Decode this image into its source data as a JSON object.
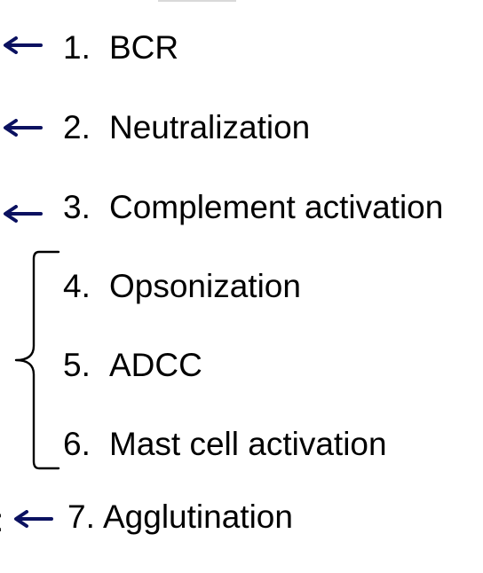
{
  "items": [
    {
      "num": "1.",
      "label": "BCR",
      "marker": "arrow"
    },
    {
      "num": "2.",
      "label": "Neutralization",
      "marker": "arrow"
    },
    {
      "num": "3.",
      "label": "Complement activation",
      "marker": "arrow"
    },
    {
      "num": "4.",
      "label": "Opsonization",
      "marker": "brace"
    },
    {
      "num": "5.",
      "label": "ADCC",
      "marker": "brace"
    },
    {
      "num": "6.",
      "label": "Mast cell activation",
      "marker": "brace"
    },
    {
      "num": "7.",
      "label": "Agglutination",
      "marker": "arrow"
    }
  ],
  "left_cut_text": ":",
  "colors": {
    "arrow": "#0b1160",
    "brace": "#000000",
    "text": "#000000",
    "top_rule": "#d9d9d9"
  },
  "icons": {
    "arrow": "left-arrow-icon",
    "brace": "left-curly-brace-icon"
  }
}
